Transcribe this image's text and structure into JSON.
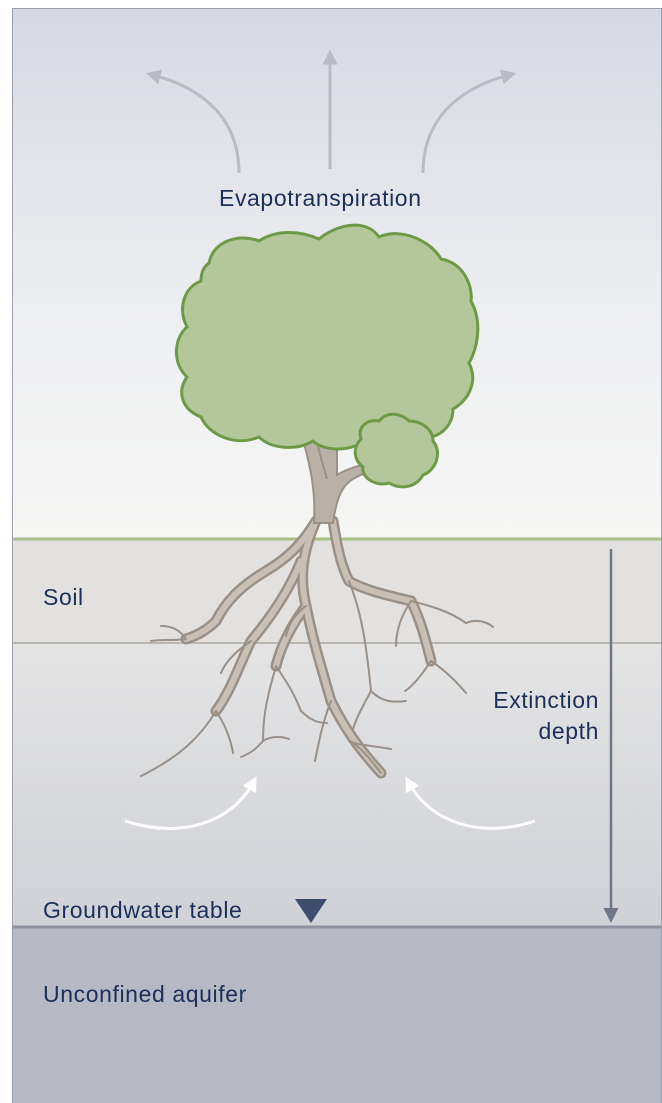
{
  "labels": {
    "evapotranspiration": "Evapotranspiration",
    "soil": "Soil",
    "extinction_depth_line1": "Extinction",
    "extinction_depth_line2": "depth",
    "groundwater_table": "Groundwater table",
    "unconfined_aquifer": "Unconfined aquifer"
  },
  "icons": {
    "water_table_marker": "inverted-triangle-icon",
    "evapotranspiration_arrows": "curved-arrow-icon",
    "groundwater_flow_arrows": "curved-arrow-icon",
    "extinction_depth_arrow": "down-arrow-icon"
  },
  "colors": {
    "sky_top": "#d6d9e3",
    "sky_bottom": "#f4f5f5",
    "soil": "#e2e1e0",
    "subsoil": "#d7d8dc",
    "aquifer": "#b6b9c3",
    "canopy_fill": "#b4c79a",
    "canopy_stroke": "#6f9a45",
    "trunk": "#b9b1a8",
    "text": "#1c2f57"
  }
}
